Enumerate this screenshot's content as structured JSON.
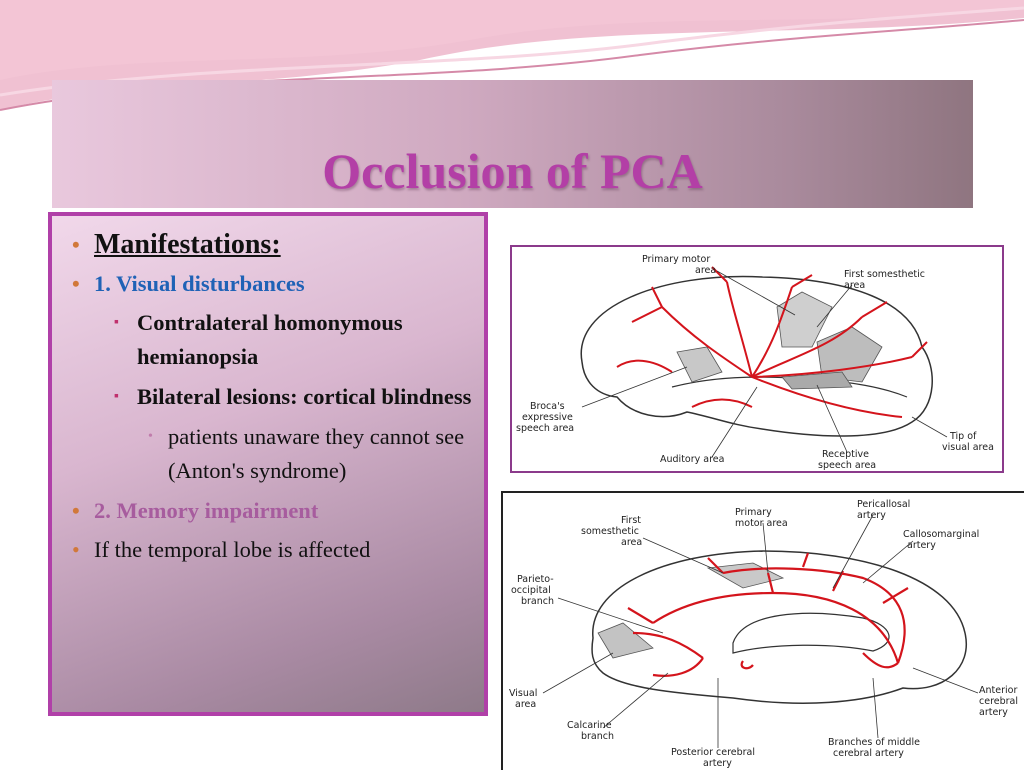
{
  "slide": {
    "title": "Occlusion of PCA",
    "bullets": {
      "manifestations": "Manifestations:",
      "visual": "1. Visual disturbances",
      "homonymous": "Contralateral homonymous hemianopsia",
      "bilateral": "Bilateral lesions: cortical blindness",
      "anton": "patients unaware they cannot see (Anton's syndrome)",
      "memory": "2. Memory impairment",
      "temporal": "If  the temporal lobe is affected"
    }
  },
  "figure_lateral": {
    "labels": {
      "primary_motor_1": "Primary motor",
      "primary_motor_2": "area",
      "first_soma_1": "First somesthetic",
      "first_soma_2": "area",
      "broca_1": "Broca's",
      "broca_2": "expressive",
      "broca_3": "speech area",
      "tip_1": "Tip of",
      "tip_2": "visual area",
      "auditory": "Auditory area",
      "receptive_1": "Receptive",
      "receptive_2": "speech area"
    }
  },
  "figure_medial": {
    "labels": {
      "first_soma_1": "First",
      "first_soma_2": "somesthetic",
      "first_soma_3": "area",
      "primary_motor_1": "Primary",
      "primary_motor_2": "motor area",
      "pericallosal_1": "Pericallosal",
      "pericallosal_2": "artery",
      "callosomarginal_1": "Callosomarginal",
      "callosomarginal_2": "artery",
      "parieto_1": "Parieto-",
      "parieto_2": "occipital",
      "parieto_3": "branch",
      "visual_1": "Visual",
      "visual_2": "area",
      "calcarine_1": "Calcarine",
      "calcarine_2": "branch",
      "posterior_1": "Posterior cerebral",
      "posterior_2": "artery",
      "middle_1": "Branches of middle",
      "middle_2": "cerebral artery",
      "anterior_1": "Anterior",
      "anterior_2": "cerebral",
      "anterior_3": "artery"
    }
  }
}
